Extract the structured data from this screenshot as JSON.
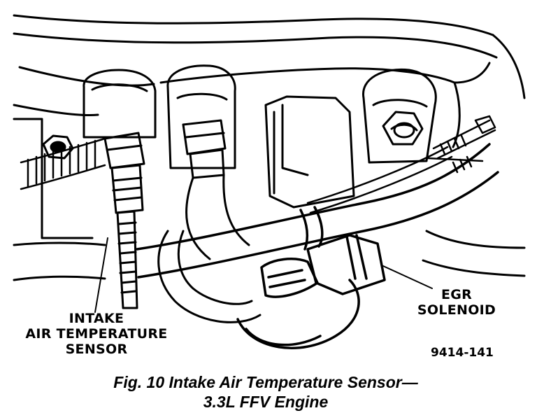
{
  "figure": {
    "number_code": "9414-141",
    "caption_line1": "Fig. 10 Intake Air Temperature Sensor—",
    "caption_line2": "3.3L FFV Engine"
  },
  "callouts": {
    "intake_sensor": {
      "line1": "INTAKE",
      "line2": "AIR TEMPERATURE",
      "line3": "SENSOR"
    },
    "egr_solenoid": {
      "line1": "EGR",
      "line2": "SOLENOID"
    }
  },
  "colors": {
    "ink": "#000000",
    "paper": "#ffffff"
  }
}
